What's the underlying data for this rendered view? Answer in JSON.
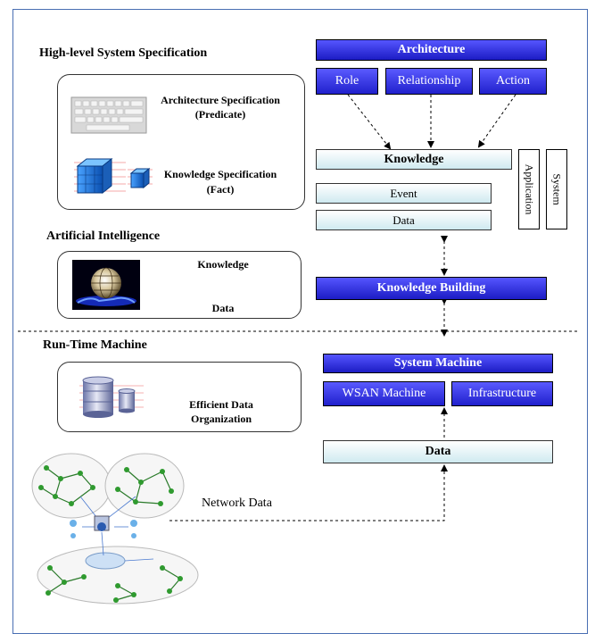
{
  "sections": {
    "high_level": "High-level System Specification",
    "ai": "Artificial Intelligence",
    "runtime": "Run-Time Machine"
  },
  "spec_panel": {
    "architecture_spec_line1": "Architecture Specification",
    "architecture_spec_line2": "(Predicate)",
    "knowledge_spec_line1": "Knowledge Specification",
    "knowledge_spec_line2": "(Fact)"
  },
  "ai_panel": {
    "knowledge": "Knowledge",
    "data": "Data"
  },
  "runtime_panel": {
    "line1": "Efficient Data",
    "line2": "Organization"
  },
  "network_label": "Network Data",
  "right": {
    "architecture": "Architecture",
    "role": "Role",
    "relationship": "Relationship",
    "action": "Action",
    "knowledge": "Knowledge",
    "event": "Event",
    "data_top": "Data",
    "application": "Application",
    "system": "System",
    "knowledge_building": "Knowledge Building",
    "system_machine": "System Machine",
    "wsan_machine": "WSAN Machine",
    "infrastructure": "Infrastructure",
    "data_bottom": "Data"
  },
  "colors": {
    "frame": "#4a6fb3",
    "blue_box": "#2b2bd6",
    "cyan_box": "#cfeaf0"
  }
}
